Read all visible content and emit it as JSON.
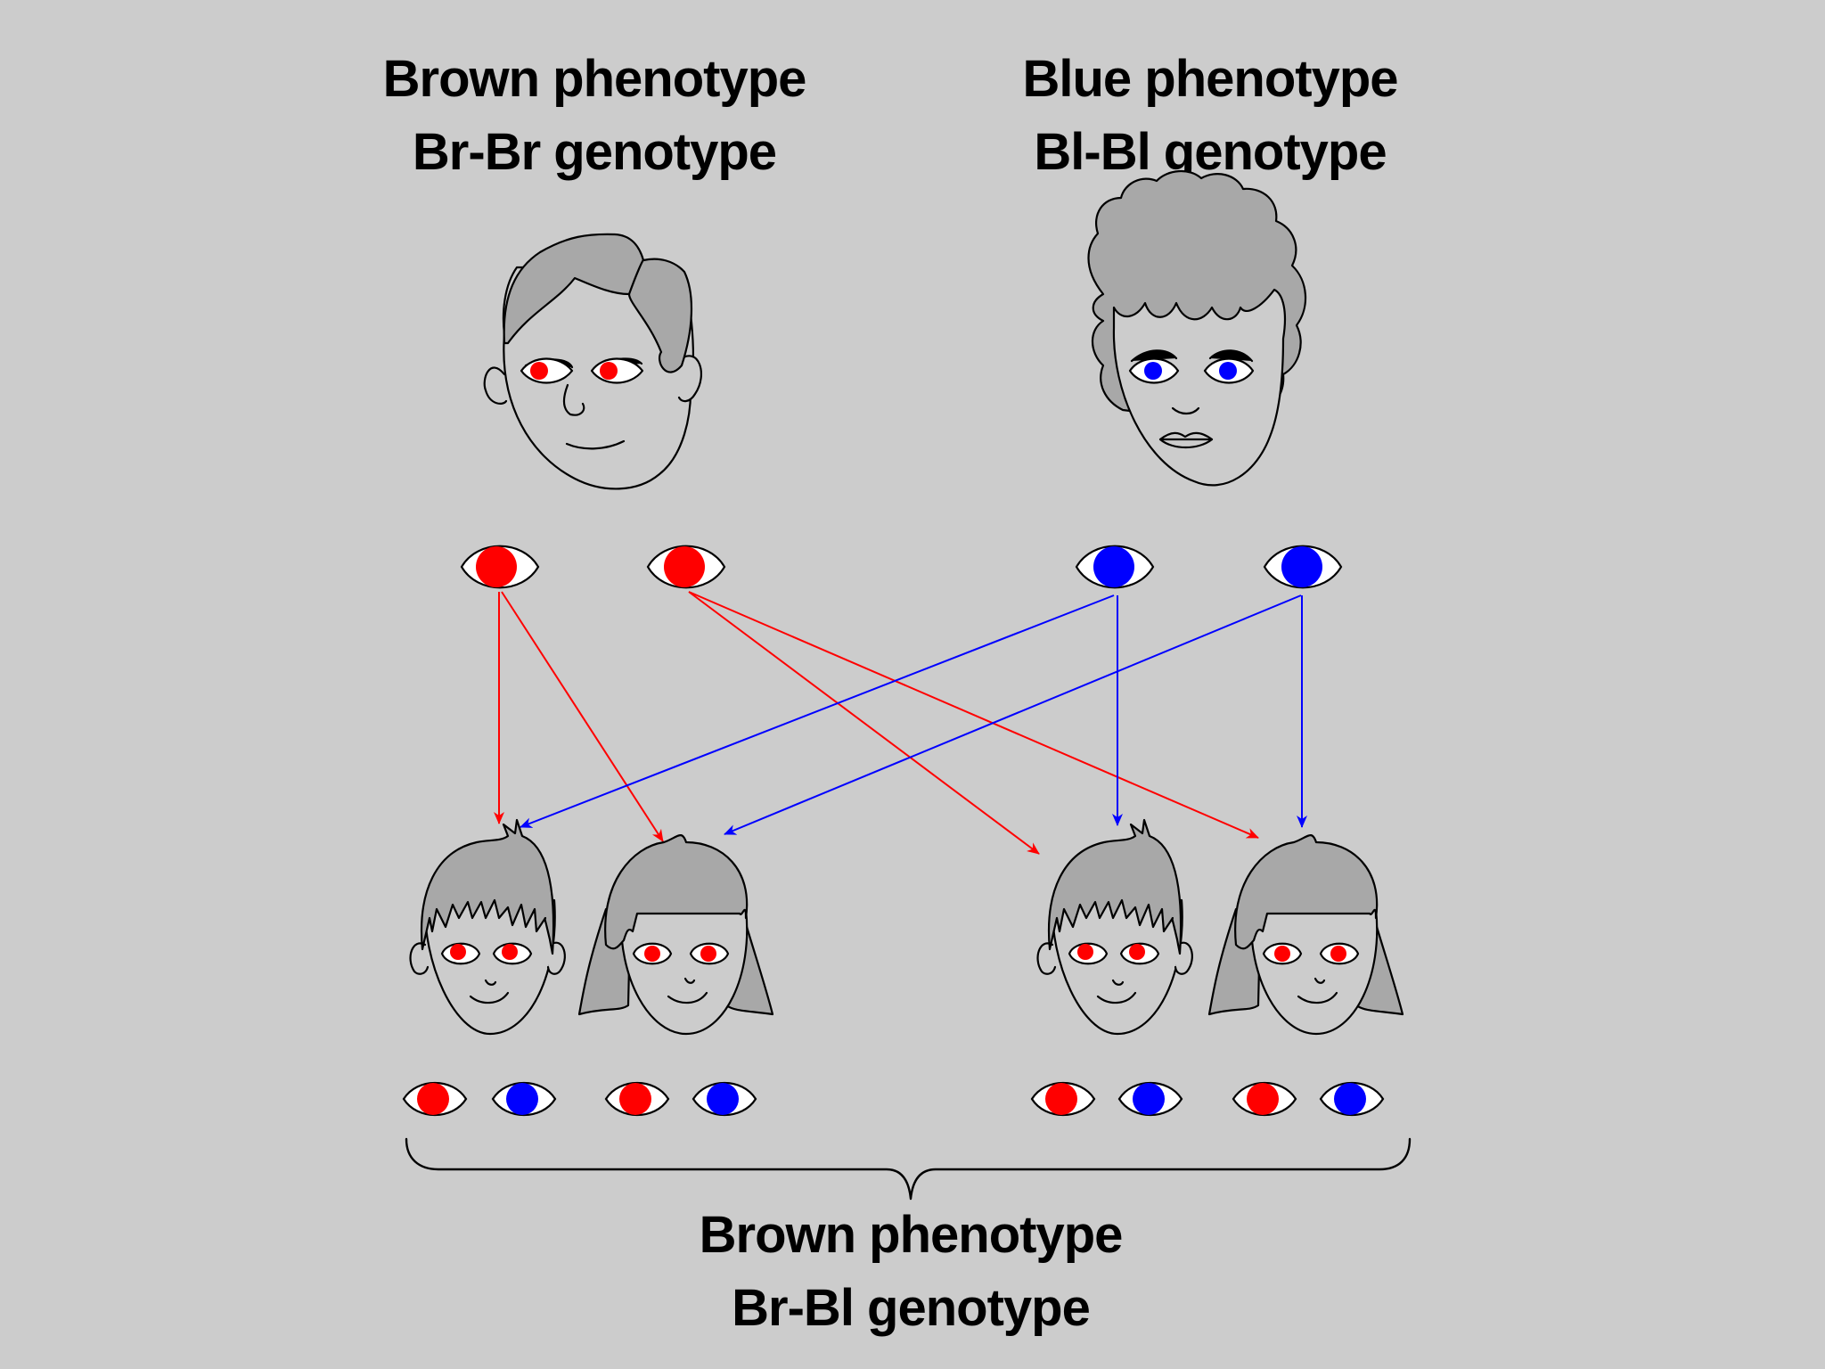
{
  "parents": {
    "left": {
      "phenotype": "Brown phenotype",
      "genotype": "Br-Br genotype",
      "alleles": [
        "brown",
        "brown"
      ]
    },
    "right": {
      "phenotype": "Blue phenotype",
      "genotype": "Bl-Bl genotype",
      "alleles": [
        "blue",
        "blue"
      ]
    }
  },
  "offspring": {
    "phenotype": "Brown phenotype",
    "genotype": "Br-Bl genotype",
    "count": 4,
    "alleles": [
      "brown",
      "blue"
    ]
  },
  "colors": {
    "background": "#cccccc",
    "brown_allele": "#ff0000",
    "blue_allele": "#0000ff",
    "hair": "#a8a8a8",
    "outline": "#000000"
  },
  "icons": [
    "parent-father-face-icon",
    "parent-mother-face-icon",
    "child-boy-face-icon",
    "child-girl-face-icon",
    "allele-eye-icon",
    "curly-brace-icon"
  ]
}
